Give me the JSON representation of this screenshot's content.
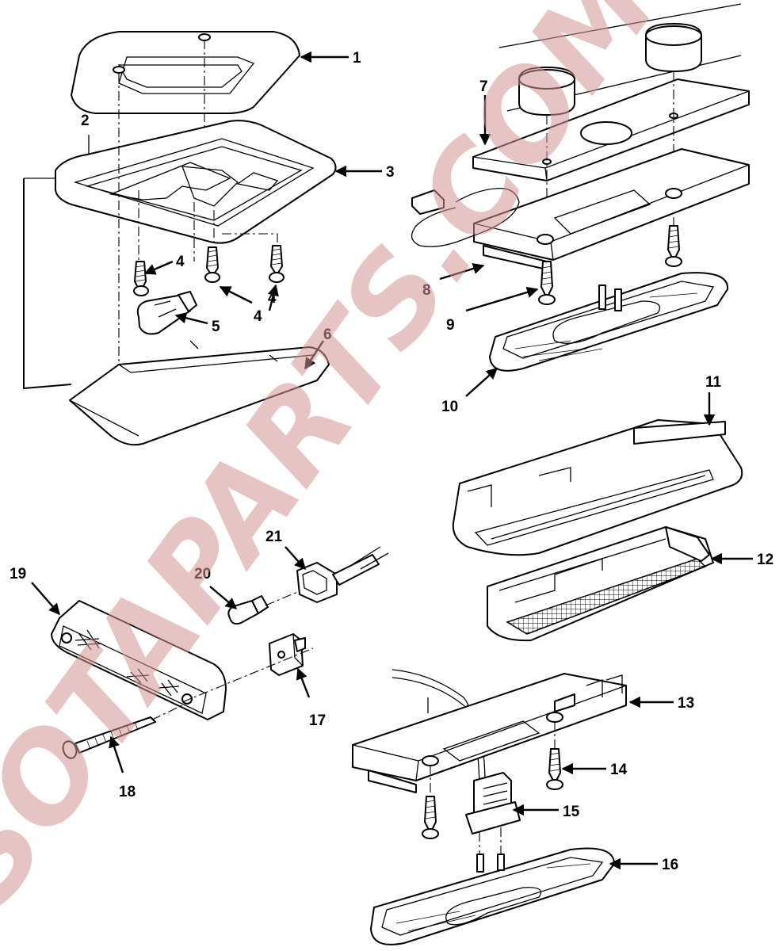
{
  "diagram": {
    "callouts": [
      "1",
      "2",
      "3",
      "4",
      "4",
      "4",
      "5",
      "6",
      "7",
      "8",
      "9",
      "10",
      "11",
      "12",
      "13",
      "14",
      "15",
      "16",
      "17",
      "18",
      "19",
      "20",
      "21"
    ],
    "watermark": "SOTAPARTS.COM"
  },
  "colors": {
    "ink": "#000000",
    "paper": "#ffffff",
    "watermark_red": "#d59494",
    "watermark_gray": "#aaaaaa"
  }
}
